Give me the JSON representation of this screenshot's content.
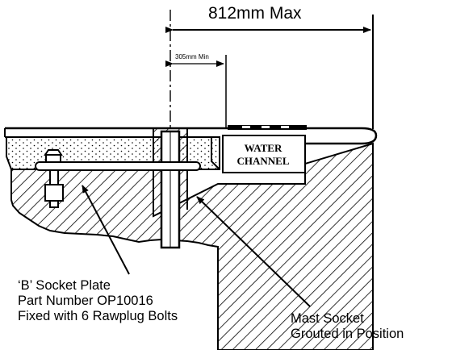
{
  "dimensions": {
    "max_width": "812mm Max",
    "min_offset": "305mm Min"
  },
  "labels": {
    "water_channel": [
      "WATER",
      "CHANNEL"
    ],
    "socket_plate": [
      "‘B’ Socket Plate",
      "Part Number OP10016",
      "Fixed with 6 Rawplug Bolts"
    ],
    "mast_socket": [
      "Mast Socket",
      "Grouted in Position"
    ]
  }
}
